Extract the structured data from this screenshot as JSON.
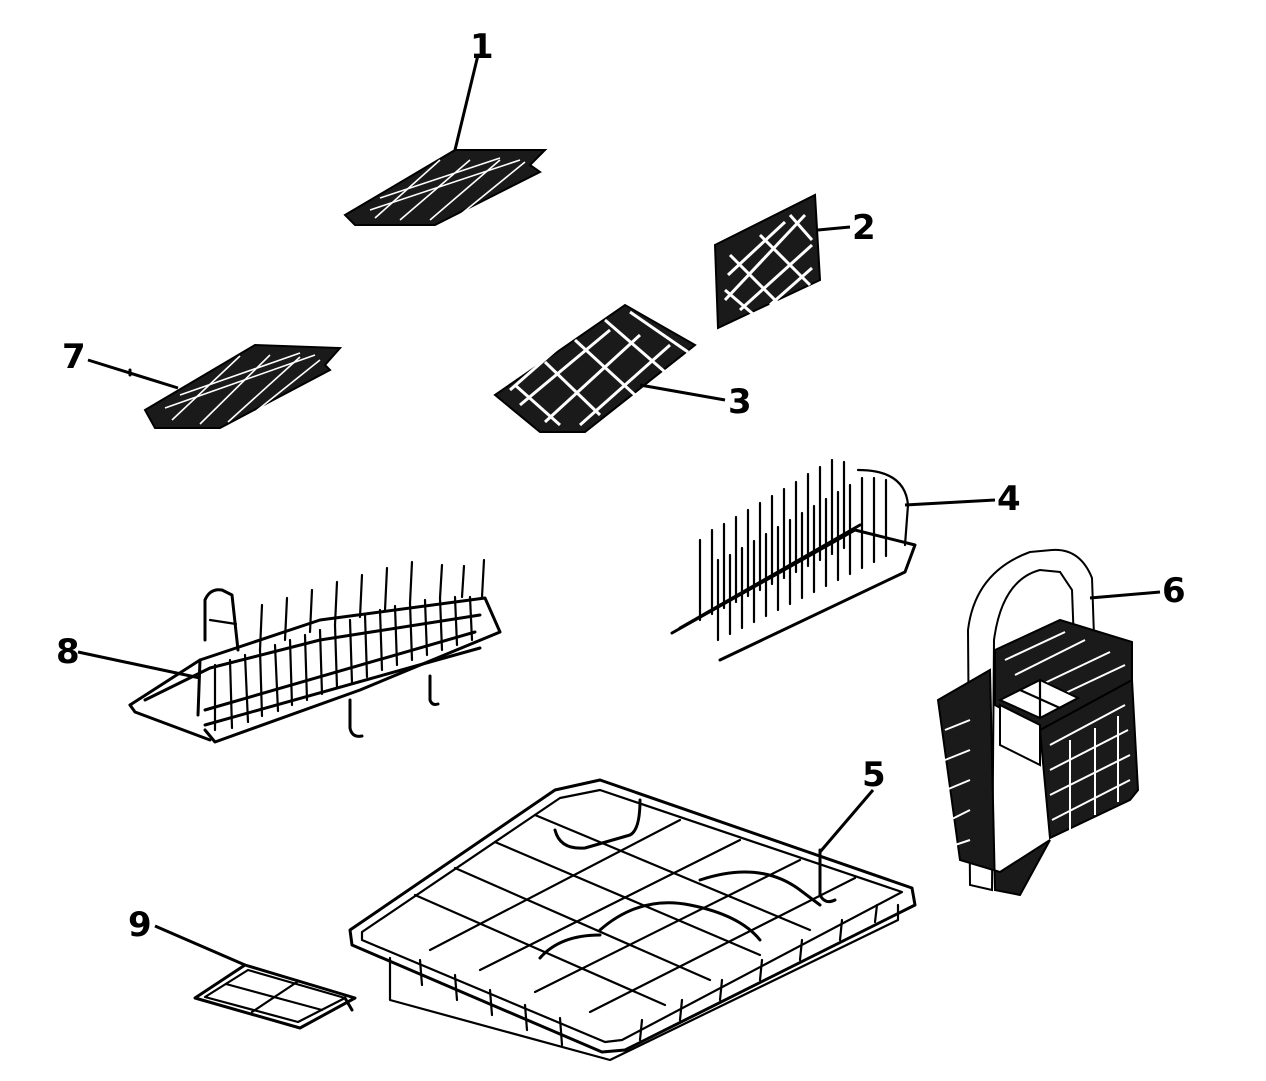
{
  "parts": [
    {
      "id": "part-1",
      "label": "1"
    },
    {
      "id": "part-2",
      "label": "2"
    },
    {
      "id": "part-3",
      "label": "3"
    },
    {
      "id": "part-4",
      "label": "4"
    },
    {
      "id": "part-5",
      "label": "5"
    },
    {
      "id": "part-6",
      "label": "6"
    },
    {
      "id": "part-7",
      "label": "7"
    },
    {
      "id": "part-8",
      "label": "8"
    },
    {
      "id": "part-9",
      "label": "9"
    }
  ],
  "colors": {
    "ink": "#000000",
    "background": "#ffffff"
  }
}
